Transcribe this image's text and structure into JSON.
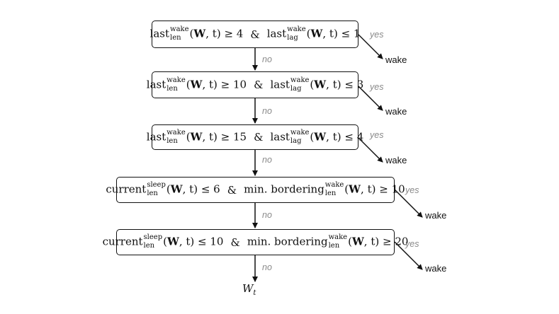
{
  "nodes": [
    {
      "left": {
        "fn": "last",
        "sup": "wake",
        "sub": "len",
        "op": "≥",
        "val": "4"
      },
      "join": "&",
      "right": {
        "fn": "last",
        "sup": "wake",
        "sub": "lag",
        "op": "≤",
        "val": "1"
      }
    },
    {
      "left": {
        "fn": "last",
        "sup": "wake",
        "sub": "len",
        "op": "≥",
        "val": "10"
      },
      "join": "&",
      "right": {
        "fn": "last",
        "sup": "wake",
        "sub": "lag",
        "op": "≤",
        "val": "3"
      }
    },
    {
      "left": {
        "fn": "last",
        "sup": "wake",
        "sub": "len",
        "op": "≥",
        "val": "15"
      },
      "join": "&",
      "right": {
        "fn": "last",
        "sup": "wake",
        "sub": "lag",
        "op": "≤",
        "val": "4"
      }
    },
    {
      "left": {
        "fn": "current",
        "sup": "sleep",
        "sub": "len",
        "op": " ≤",
        "val": "6"
      },
      "join": "&",
      "right": {
        "fn": "min. bordering",
        "sup": "wake",
        "sub": "len",
        "op": "≥",
        "val": "10"
      }
    },
    {
      "left": {
        "fn": "current",
        "sup": "sleep",
        "sub": "len",
        "op": "≤",
        "val": "10"
      },
      "join": "&",
      "right": {
        "fn": "min. bordering",
        "sup": "wake",
        "sub": "len",
        "op": "≥",
        "val": "20"
      }
    }
  ],
  "args": {
    "w": "W",
    "t": "t"
  },
  "yes_label": "yes",
  "no_label": "no",
  "outcome": "wake",
  "final": {
    "base": "W",
    "sub": "t"
  }
}
